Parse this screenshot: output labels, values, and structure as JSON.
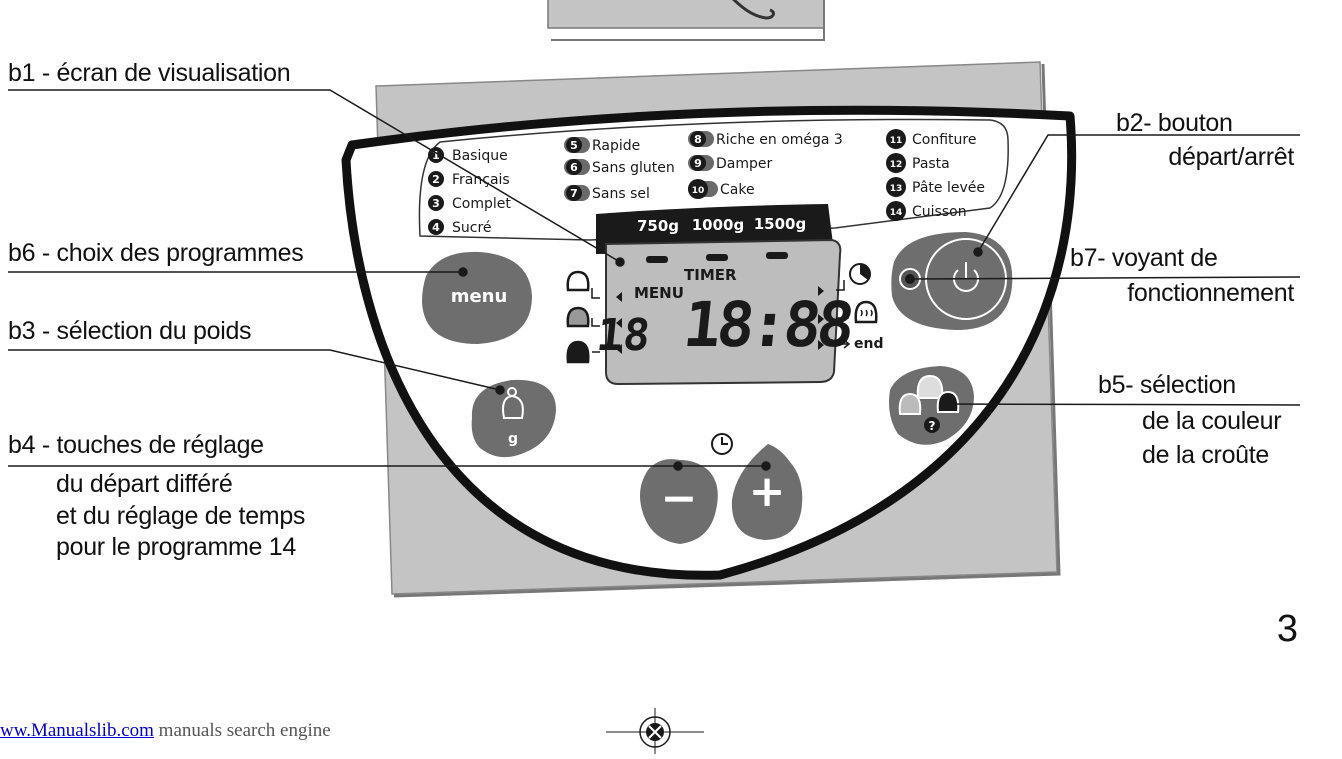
{
  "callouts": {
    "b1": "b1 - écran de visualisation",
    "b6": "b6 - choix des programmes",
    "b3": "b3 - sélection du poids",
    "b4_line1": "b4 - touches de réglage",
    "b4_line2": "du départ différé",
    "b4_line3": "et du  réglage de temps",
    "b4_line4": "pour le programme 14",
    "b2_line1": "b2- bouton",
    "b2_line2": "départ/arrêt",
    "b7_line1": "b7- voyant de",
    "b7_line2": "fonctionnement",
    "b5_line1": "b5- sélection",
    "b5_line2": "de la couleur",
    "b5_line3": "de la croûte"
  },
  "programs": [
    {
      "num": "1",
      "label": "Basique"
    },
    {
      "num": "2",
      "label": "Français"
    },
    {
      "num": "3",
      "label": "Complet"
    },
    {
      "num": "4",
      "label": "Sucré"
    },
    {
      "num": "5",
      "label": "Rapide"
    },
    {
      "num": "6",
      "label": "Sans gluten"
    },
    {
      "num": "7",
      "label": "Sans sel"
    },
    {
      "num": "8",
      "label": "Riche en oméga 3"
    },
    {
      "num": "9",
      "label": "Damper"
    },
    {
      "num": "10",
      "label": "Cake"
    },
    {
      "num": "11",
      "label": "Confiture"
    },
    {
      "num": "12",
      "label": "Pasta"
    },
    {
      "num": "13",
      "label": "Pâte levée"
    },
    {
      "num": "14",
      "label": "Cuisson"
    }
  ],
  "weights": [
    "750g",
    "1000g",
    "1500g"
  ],
  "display": {
    "menu": "MENU",
    "timer": "TIMER",
    "program_digits": "18",
    "time_digits": "18:88",
    "end": "end"
  },
  "buttons": {
    "menu": "menu",
    "weight": "g",
    "minus": "−",
    "plus": "+",
    "crust_help": "?"
  },
  "page_number": "3",
  "footer": {
    "link": "ww.Manualslib.com",
    "text": " manuals search engine"
  },
  "colors": {
    "panel_grey": "#c4c4c4",
    "button_grey": "#707070",
    "lcd_grey": "#bdbdbd",
    "dark": "#1a1a1a"
  }
}
